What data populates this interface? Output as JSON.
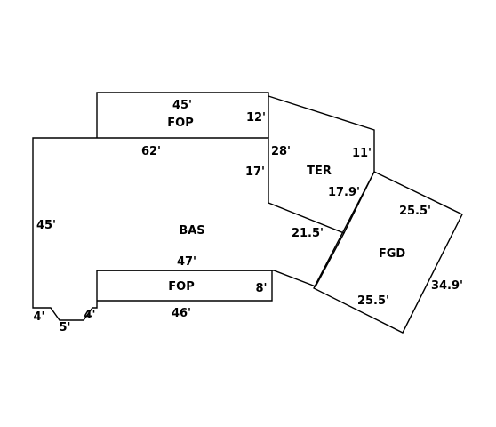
{
  "sketch": {
    "areas": {
      "bas": "BAS",
      "fop_top": "FOP",
      "fop_bottom": "FOP",
      "ter": "TER",
      "fgd": "FGD"
    },
    "dimensions": {
      "fop_top_width": "45'",
      "fop_top_depth": "12'",
      "bas_top": "62'",
      "ter_left": "28'",
      "ter_right": "11'",
      "bas_notch": "17'",
      "ter_diagonal": "17.9'",
      "bas_left": "45'",
      "bas_diagonal": "21.5'",
      "fgd_top": "25.5'",
      "fgd_right": "34.9'",
      "fgd_bottom": "25.5'",
      "fop_bottom_top": "47'",
      "fop_bottom_depth": "8'",
      "fop_bottom_width": "46'",
      "bay_left": "4'",
      "bay_bottom": "5'",
      "bay_right": "4'"
    }
  }
}
